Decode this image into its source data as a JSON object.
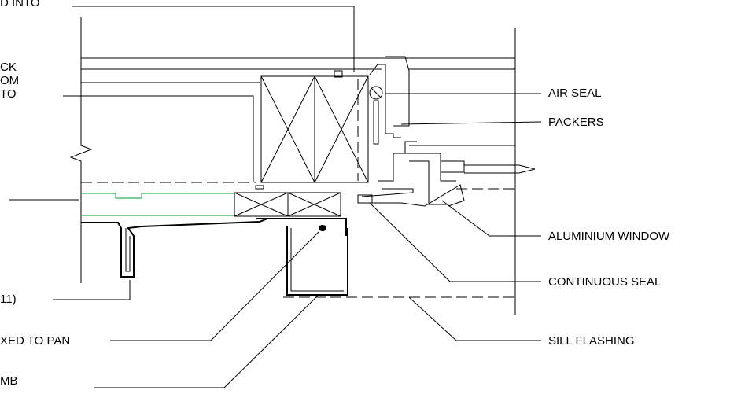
{
  "labels": {
    "top": "D INTO",
    "left_1": "CK",
    "left_2": "OM",
    "left_3": "TO",
    "left_4": "11)",
    "left_5": "XED TO PAN",
    "left_6": "MB",
    "air_seal": "AIR SEAL",
    "packers": "PACKERS",
    "aluminium_window": "ALUMINIUM WINDOW",
    "continuous_seal": "CONTINUOUS SEAL",
    "sill_flashing": "SILL FLASHING"
  },
  "colors": {
    "line": "#000000",
    "green_member": "#2db35a",
    "background": "#ffffff"
  }
}
